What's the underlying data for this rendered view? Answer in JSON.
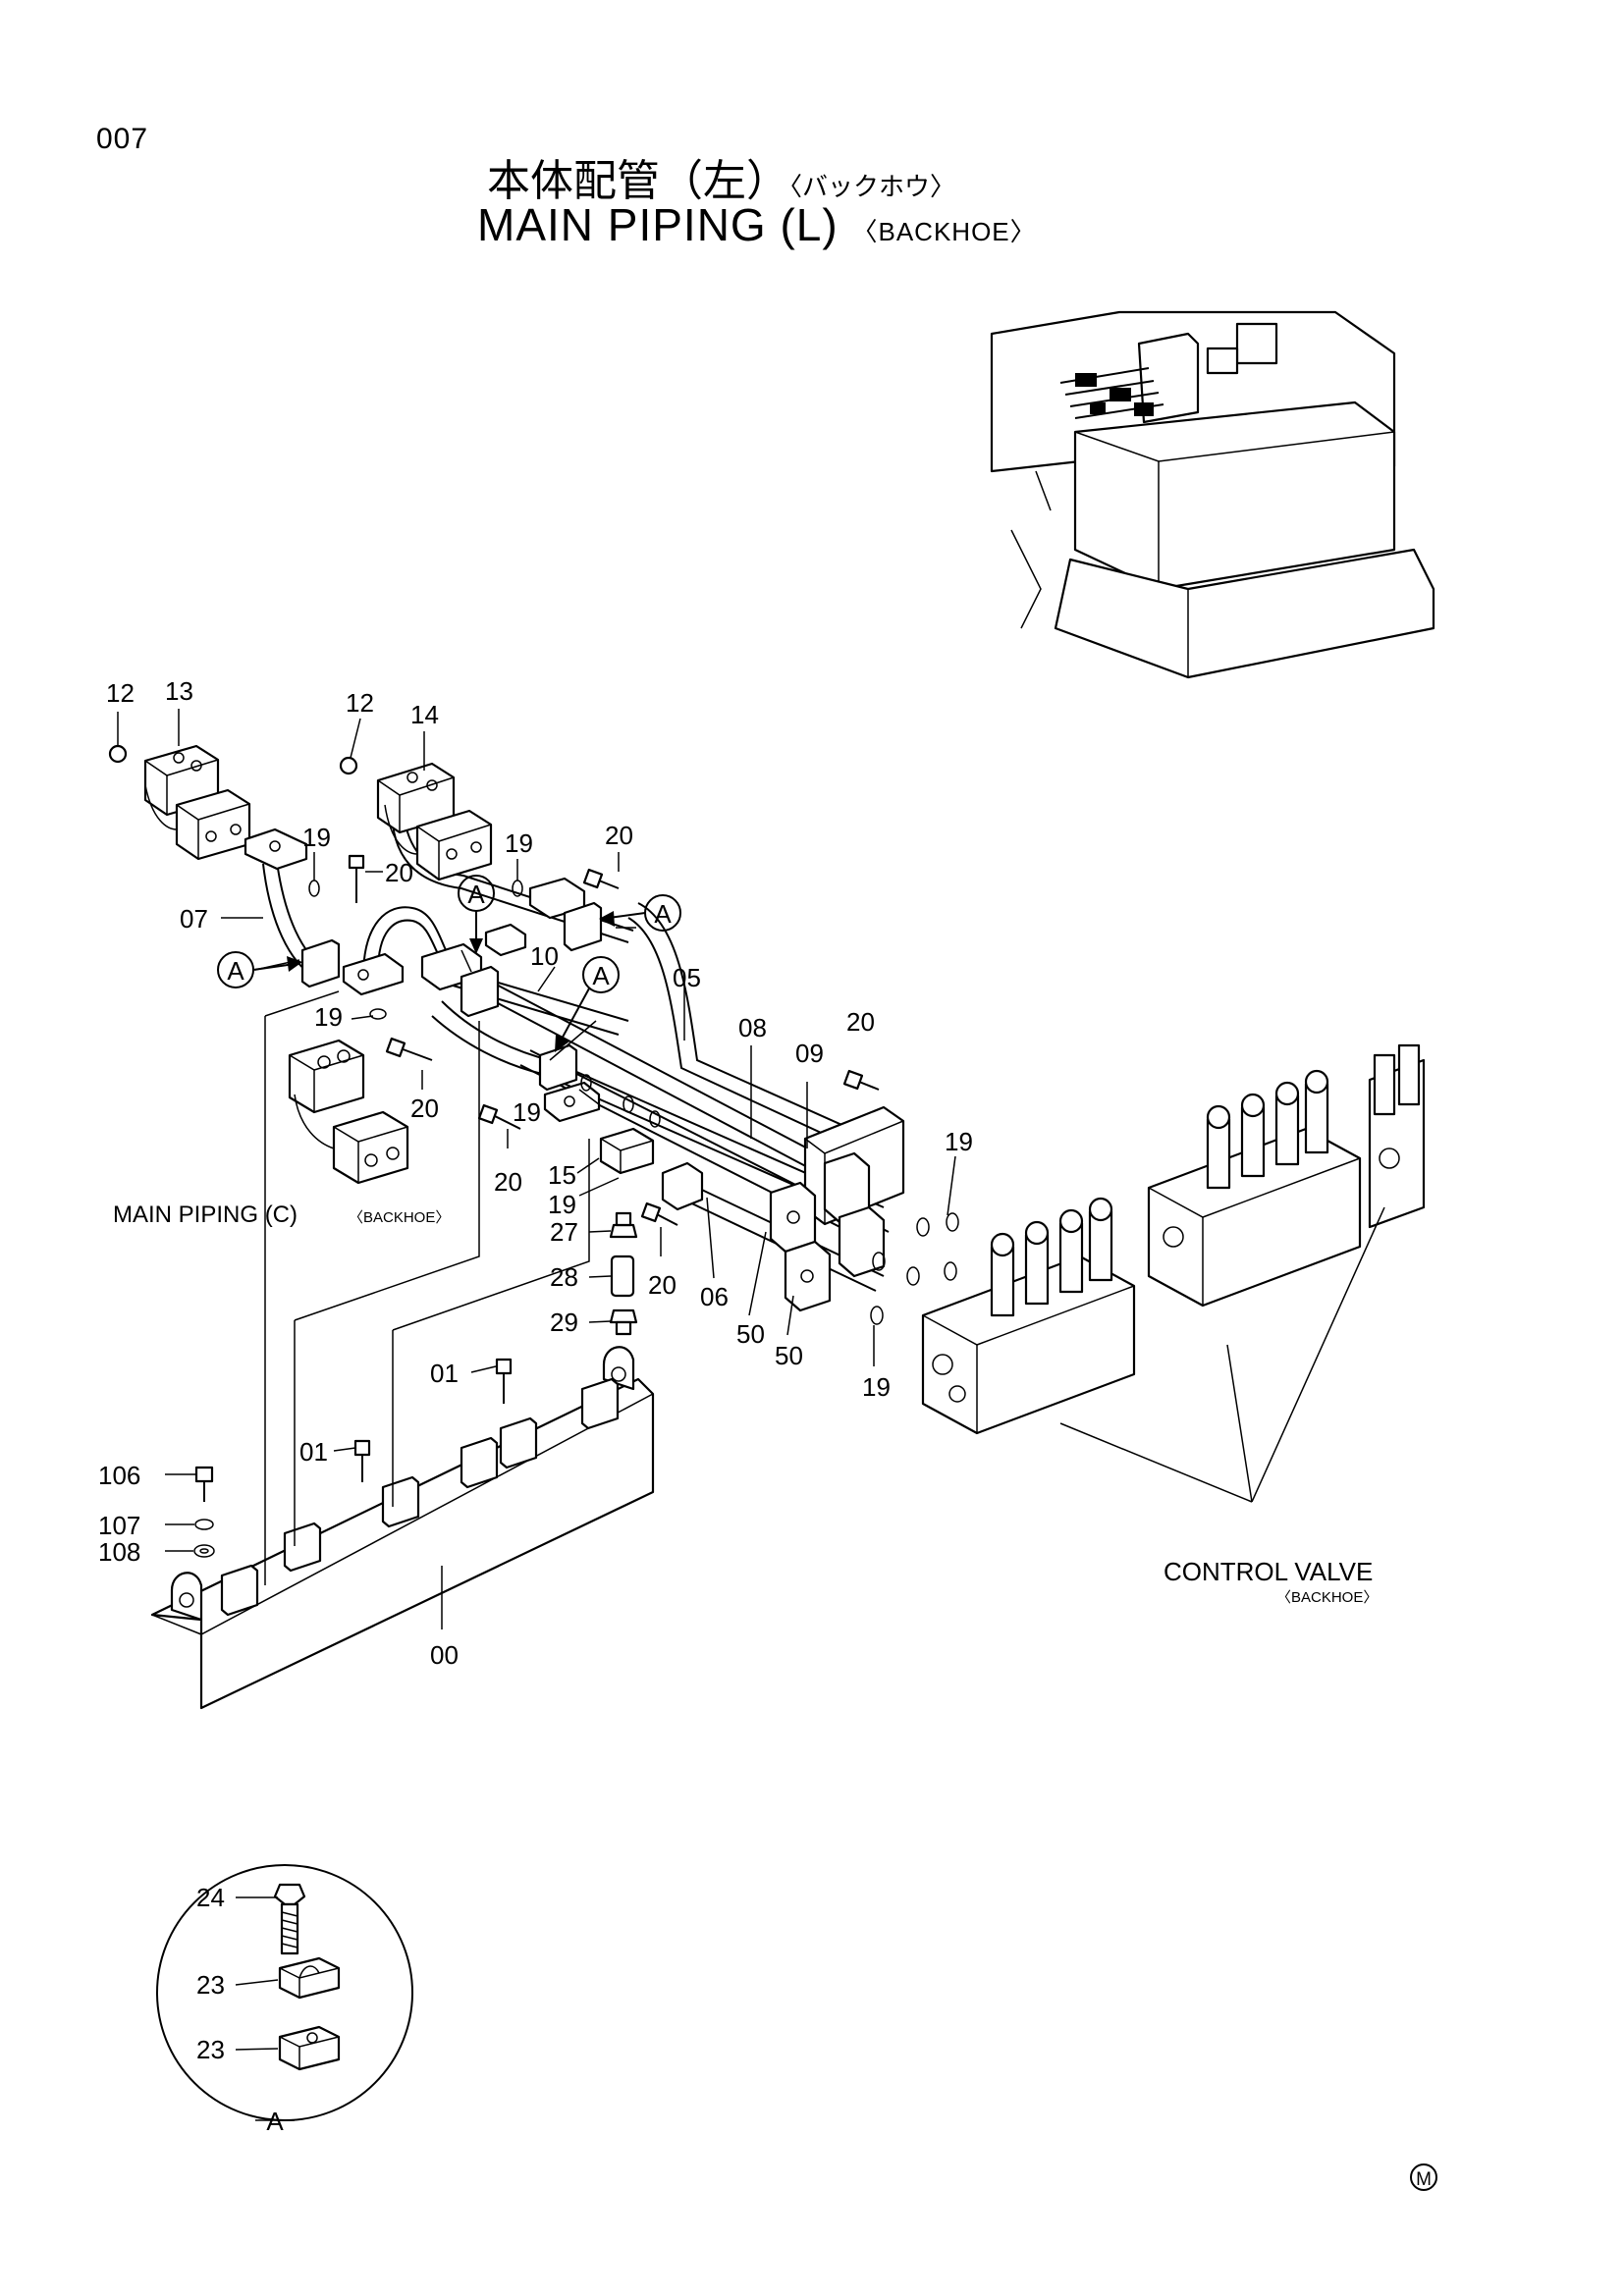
{
  "page_number": "007",
  "title": {
    "japanese": "本体配管（左）",
    "japanese_sub": "〈バックホウ〉",
    "english": "MAIN PIPING (L)",
    "english_sub": "〈BACKHOE〉"
  },
  "callouts": {
    "c12a": "12",
    "c13": "13",
    "c12b": "12",
    "c14": "14",
    "c19a": "19",
    "c20a": "20",
    "c19b": "19",
    "c20b": "20",
    "c07": "07",
    "c05": "05",
    "c10": "10",
    "c08": "08",
    "c09": "09",
    "c20c": "20",
    "c19c": "19",
    "c20d": "20",
    "c19d": "19",
    "c20e": "20",
    "c15": "15",
    "c19e": "19",
    "c27": "27",
    "c28": "28",
    "c29": "29",
    "c20f": "20",
    "c06": "06",
    "c50a": "50",
    "c50b": "50",
    "c19f": "19",
    "c19g": "19",
    "c01a": "01",
    "c01b": "01",
    "c106": "106",
    "c107": "107",
    "c108": "108",
    "c00": "00",
    "c24": "24",
    "c23a": "23",
    "c23b": "23"
  },
  "reference_marks": {
    "a1": "A",
    "a2": "A",
    "a3": "A",
    "a4": "A",
    "detail": "A"
  },
  "labels": {
    "main_piping_c": "MAIN PIPING (C)",
    "main_piping_c_sub": "〈BACKHOE〉",
    "control_valve": "CONTROL VALVE",
    "control_valve_sub": "〈BACKHOE〉",
    "corner_mark": "M"
  }
}
